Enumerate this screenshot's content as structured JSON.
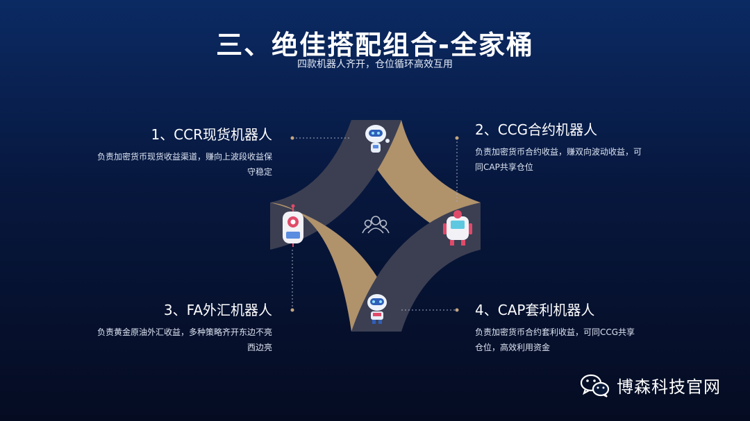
{
  "title": "三、绝佳搭配组合-全家桶",
  "subtitle": "四款机器人齐开，仓位循环高效互用",
  "robots": [
    {
      "heading": "1、CCR现货机器人",
      "desc": "负责加密货币现货收益渠道，赚向上波段收益保守稳定"
    },
    {
      "heading": "2、CCG合约机器人",
      "desc": "负责加密货币合约收益，赚双向波动收益，可同CAP共享仓位"
    },
    {
      "heading": "3、FA外汇机器人",
      "desc": "负责黄金原油外汇收益，多种策略齐开东边不亮西边亮"
    },
    {
      "heading": "4、CAP套利机器人",
      "desc": "负责加密货币合约套利收益，可同CCG共享仓位，高效利用资金"
    }
  ],
  "icons": [
    "robot-icon",
    "robot-icon",
    "robot-icon",
    "robot-icon",
    "group-icon",
    "wechat-icon"
  ],
  "colors": {
    "gold": "#b0926b",
    "slate": "#3c3f52",
    "text": "#ffffff"
  },
  "watermark": {
    "text": "博森科技官网"
  }
}
